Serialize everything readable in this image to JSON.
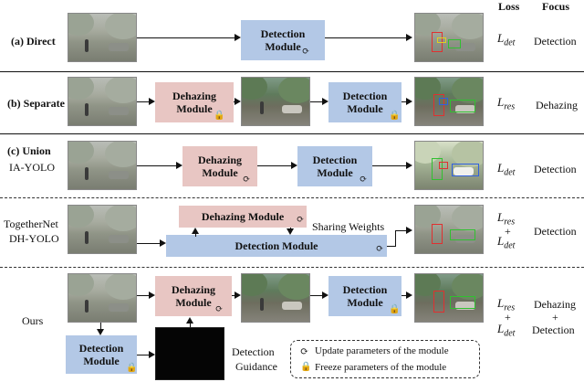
{
  "headers": {
    "loss": "Loss",
    "focus": "Focus"
  },
  "rows": {
    "direct": {
      "label": "(a) Direct",
      "module": [
        "Detection",
        "Module"
      ],
      "loss": {
        "sym": "L",
        "sub": "det"
      },
      "focus": "Detection"
    },
    "separate": {
      "label": "(b) Separate",
      "dehaze": [
        "Dehazing",
        "Module"
      ],
      "detect": [
        "Detection",
        "Module"
      ],
      "loss": {
        "sym": "L",
        "sub": "res"
      },
      "focus": "Dehazing"
    },
    "union": {
      "label": "(c) Union",
      "sublabel": "IA-YOLO",
      "dehaze": [
        "Dehazing",
        "Module"
      ],
      "detect": [
        "Detection",
        "Module"
      ],
      "loss": {
        "sym": "L",
        "sub": "det"
      },
      "focus": "Detection"
    },
    "together": {
      "label1": "TogetherNet",
      "label2": "DH-YOLO",
      "dehaze": "Dehazing Module",
      "detect": "Detection Module",
      "sharing": "Sharing Weights",
      "loss1": {
        "sym": "L",
        "sub": "res"
      },
      "plus": "+",
      "loss2": {
        "sym": "L",
        "sub": "det"
      },
      "focus": "Detection"
    },
    "ours": {
      "label": "Ours",
      "dehaze": [
        "Dehazing",
        "Module"
      ],
      "detect": [
        "Detection",
        "Module"
      ],
      "detect2": [
        "Detection",
        "Module"
      ],
      "guidance1": "Detection",
      "guidance2": "Guidance",
      "loss1": {
        "sym": "L",
        "sub": "res"
      },
      "plus": "+",
      "loss2": {
        "sym": "L",
        "sub": "det"
      },
      "focus1": "Dehazing",
      "focus_plus": "+",
      "focus2": "Detection"
    }
  },
  "legend": {
    "update": "Update parameters of the module",
    "freeze": "Freeze parameters of the module"
  },
  "icons": {
    "update": "refresh-icon",
    "freeze": "lock-icon"
  },
  "colors": {
    "detection_module": "#b3c8e6",
    "dehazing_module": "#e8c6c3"
  }
}
